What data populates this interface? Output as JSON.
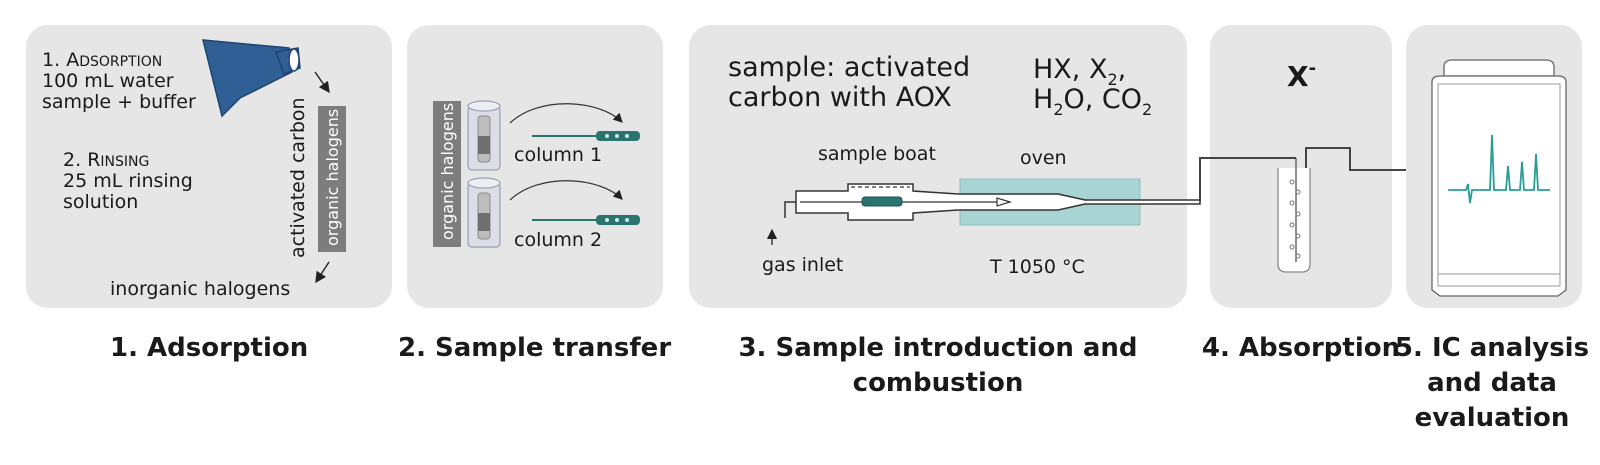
{
  "panel1": {
    "step1_num": "1.",
    "step1_head_cap": "A",
    "step1_head_rest": "DSORPTION",
    "step1_line2": "100 mL water",
    "step1_line3": "sample + buffer",
    "step2_num": "2.",
    "step2_head_cap": "R",
    "step2_head_rest": "INSING",
    "step2_line2": "25 mL rinsing",
    "step2_line3": "solution",
    "activated_carbon": "activated carbon",
    "organic_halogens": "organic halogens",
    "inorganic_halogens": "inorganic  halogens"
  },
  "panel2": {
    "organic_halogens": "organic halogens",
    "column1": "column 1",
    "column2": "column 2"
  },
  "panel3": {
    "sample_line1": "sample: activated",
    "sample_line2": "carbon with AOX",
    "gas1_a": "HX, X",
    "gas1_sub": "2",
    "gas1_b": ",",
    "gas2_a": "H",
    "gas2_sub1": "2",
    "gas2_b": "O, CO",
    "gas2_sub2": "2",
    "sample_boat": "sample boat",
    "oven": "oven",
    "gas_inlet": "gas inlet",
    "temperature": "T 1050 °C"
  },
  "panel4": {
    "ion_base": "X",
    "ion_sup": "-"
  },
  "captions": {
    "c1": "1. Adsorption",
    "c2": "2. Sample transfer",
    "c3_line1": "3. Sample introduction and",
    "c3_line2": "combustion",
    "c4": "4. Absorption",
    "c5_line1": "5. IC analysis",
    "c5_line2": "and data",
    "c5_line3": "evaluation"
  },
  "colors": {
    "panel_bg": "#e6e6e6",
    "funnel": "#2f5f95",
    "oven": "#a8d4d3",
    "chromatogram": "#2a9d96",
    "column_bar": "#7d7d7d"
  }
}
